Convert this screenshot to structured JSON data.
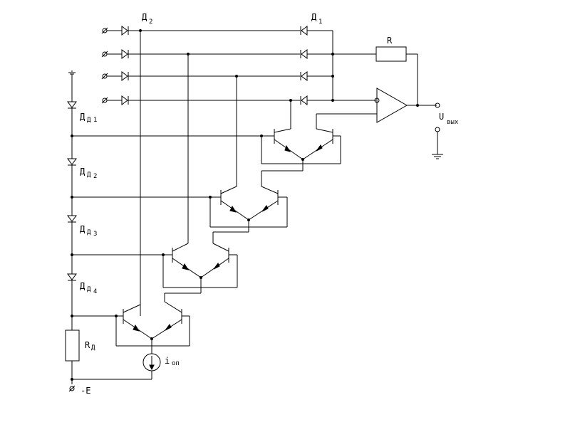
{
  "labels": {
    "d2": {
      "main": "Д",
      "sub": "2"
    },
    "d1": {
      "main": "Д",
      "sub": "1"
    },
    "r": "R",
    "uout": {
      "main": "U",
      "sub": "вых"
    },
    "dd1": {
      "main": "Д",
      "sub1": "Д",
      "sub2": "1"
    },
    "dd2": {
      "main": "Д",
      "sub1": "Д",
      "sub2": "2"
    },
    "dd3": {
      "main": "Д",
      "sub1": "Д",
      "sub2": "3"
    },
    "dd4": {
      "main": "Д",
      "sub1": "Д",
      "sub2": "4"
    },
    "rd": {
      "main": "R",
      "sub": "Д"
    },
    "iop": {
      "main": "i",
      "sub": "оп"
    },
    "neg_e": "-E"
  }
}
